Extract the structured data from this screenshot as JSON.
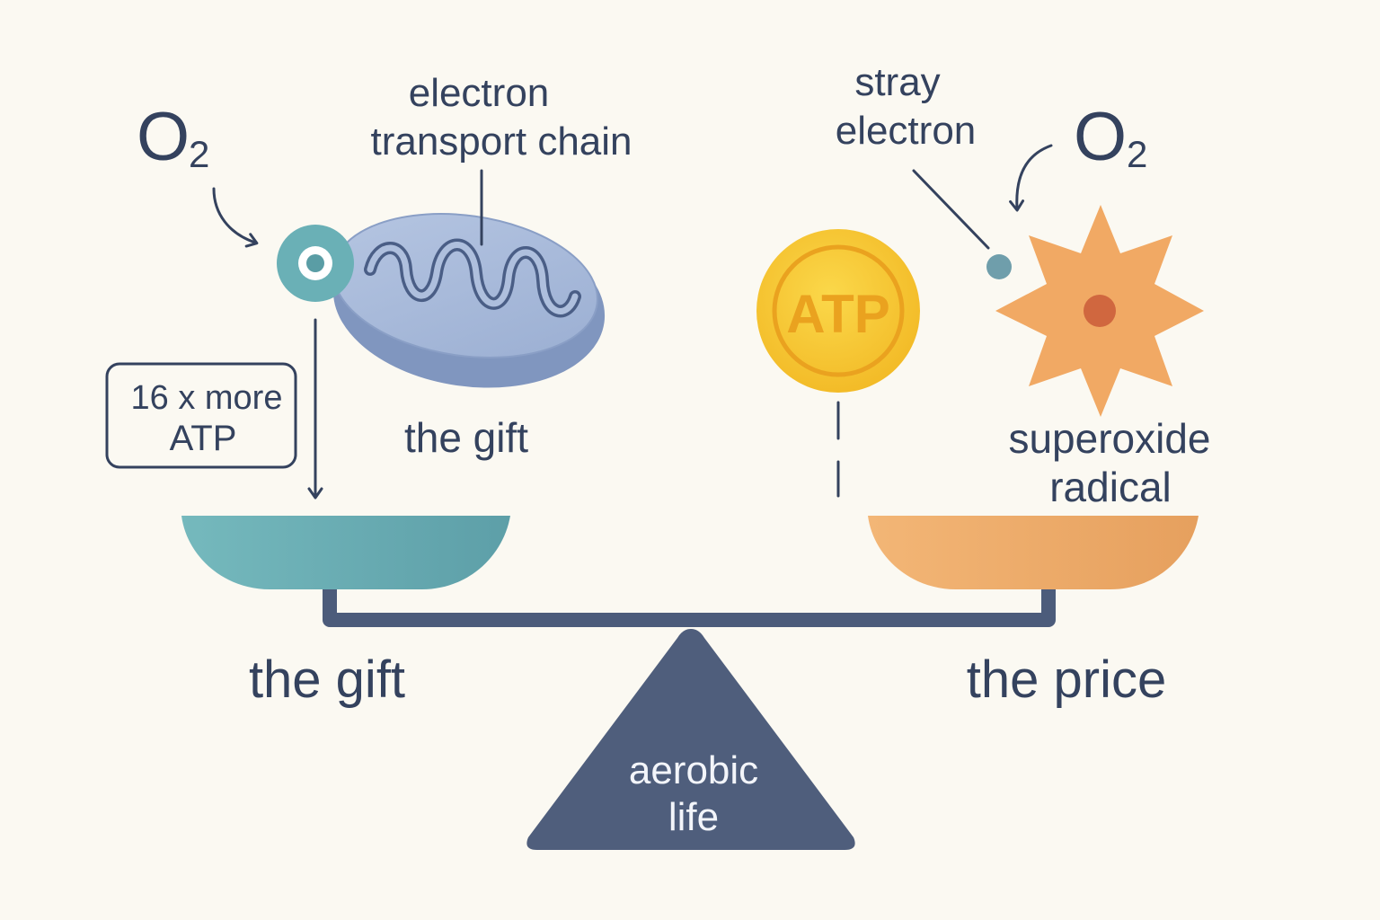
{
  "labels": {
    "o2_left": "O",
    "o2_left_sub": "2",
    "o2_right": "O",
    "o2_right_sub": "2",
    "etc_line1": "electron",
    "etc_line2": "transport chain",
    "stray_line1": "stray",
    "stray_line2": "electron",
    "atp_box_line1": "16 x more",
    "atp_box_line2": "ATP",
    "atp_coin": "ATP",
    "gift_small": "the gift",
    "superoxide_line1": "superoxide",
    "superoxide_line2": "radical",
    "gift_large": "the gift",
    "price_large": "the price",
    "fulcrum_line1": "aerobic",
    "fulcrum_line2": "life"
  },
  "colors": {
    "ink": "#34425e",
    "teal": "#6cb3b8",
    "mito_fill": "#a9b9d8",
    "coin_gold": "#f6c52f",
    "star_orange": "#f1a964",
    "pan_orange": "#eea866",
    "background": "#fbf9f2"
  }
}
